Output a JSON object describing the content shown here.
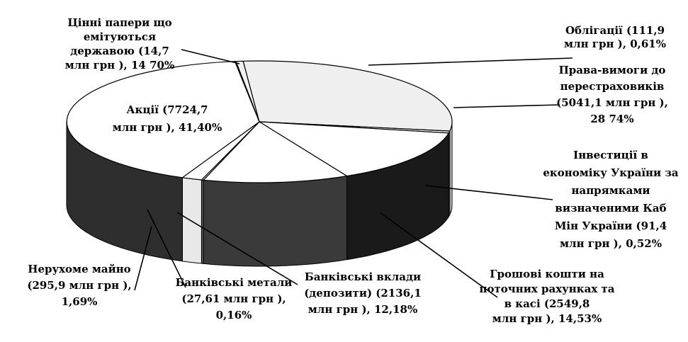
{
  "chart_data": {
    "type": "pie",
    "three_d": true,
    "title": "",
    "slices": [
      {
        "label_lines": [
          "Облігації (111,9",
          "млн грн ), 0,61%"
        ],
        "value": 0.61,
        "fill": "#f2f2f2",
        "side": "#bdbdbd"
      },
      {
        "label_lines": [
          "Права-вимоги до",
          "перестраховиків",
          "(5041,1 млн грн ),",
          "28 74%"
        ],
        "value": 28.74,
        "fill": "#efefef",
        "side": "#cfcfcf"
      },
      {
        "label_lines": [
          "Інвестиції в",
          "економіку України за",
          "напрямками",
          "визначеними Каб",
          "Мін  України (91,4",
          "млн грн ), 0,52%"
        ],
        "value": 0.52,
        "fill": "#ffffff",
        "side": "#9a9a9a"
      },
      {
        "label_lines": [
          "Грошові кошти на",
          "поточних рахунках та",
          "в касі (2549,8",
          "млн грн ), 14,53%"
        ],
        "value": 14.53,
        "fill": "#ffffff",
        "side": "#1a1a1a"
      },
      {
        "label_lines": [
          "Банківські вклади",
          "(депозити)  (2136,1",
          "млн грн ), 12,18%"
        ],
        "value": 12.18,
        "fill": "#ffffff",
        "side": "#3a3a3a"
      },
      {
        "label_lines": [
          "Банківські метали",
          "(27,61 млн грн ),",
          "0,16%"
        ],
        "value": 0.16,
        "fill": "#ffffff",
        "side": "#5a5a5a"
      },
      {
        "label_lines": [
          "Нерухоме майно",
          "(295,9 млн грн ),",
          "1,69%"
        ],
        "value": 1.69,
        "fill": "#ffffff",
        "side": "#e8e8e8"
      },
      {
        "label_lines": [
          "Акції (7724,7",
          "млн грн ), 41,40%"
        ],
        "value": 41.4,
        "fill": "#ffffff",
        "side": "#2e2e2e"
      },
      {
        "label_lines": [
          "Цінні папери що",
          "емітуються",
          "державою (14,7",
          "млн грн ), 14 70%"
        ],
        "value": 0.08,
        "fill": "#ffffff",
        "side": "#8a8a8a"
      }
    ],
    "start_angle_deg": -97,
    "legend": "none"
  }
}
